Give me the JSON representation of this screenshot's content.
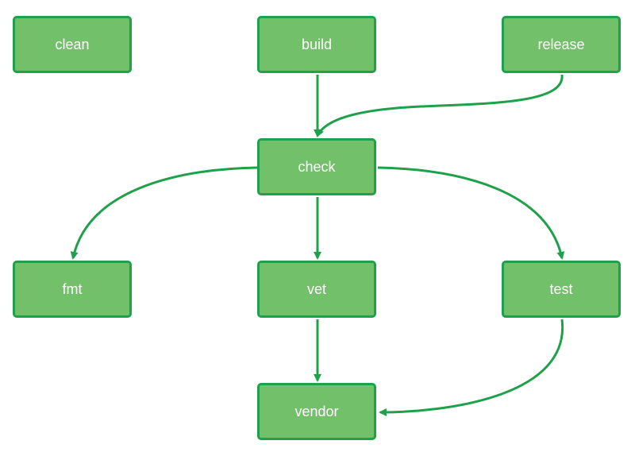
{
  "diagram": {
    "edge_color": "#1fa04a",
    "node_fill": "#72c069",
    "node_border": "#1fa04a",
    "node_text_color": "#ffffff",
    "nodes": {
      "clean": "clean",
      "build": "build",
      "release": "release",
      "check": "check",
      "fmt": "fmt",
      "vet": "vet",
      "test": "test",
      "vendor": "vendor"
    },
    "edges": [
      {
        "from": "build",
        "to": "check"
      },
      {
        "from": "release",
        "to": "check"
      },
      {
        "from": "check",
        "to": "fmt"
      },
      {
        "from": "check",
        "to": "vet"
      },
      {
        "from": "check",
        "to": "test"
      },
      {
        "from": "vet",
        "to": "vendor"
      },
      {
        "from": "test",
        "to": "vendor"
      }
    ]
  }
}
